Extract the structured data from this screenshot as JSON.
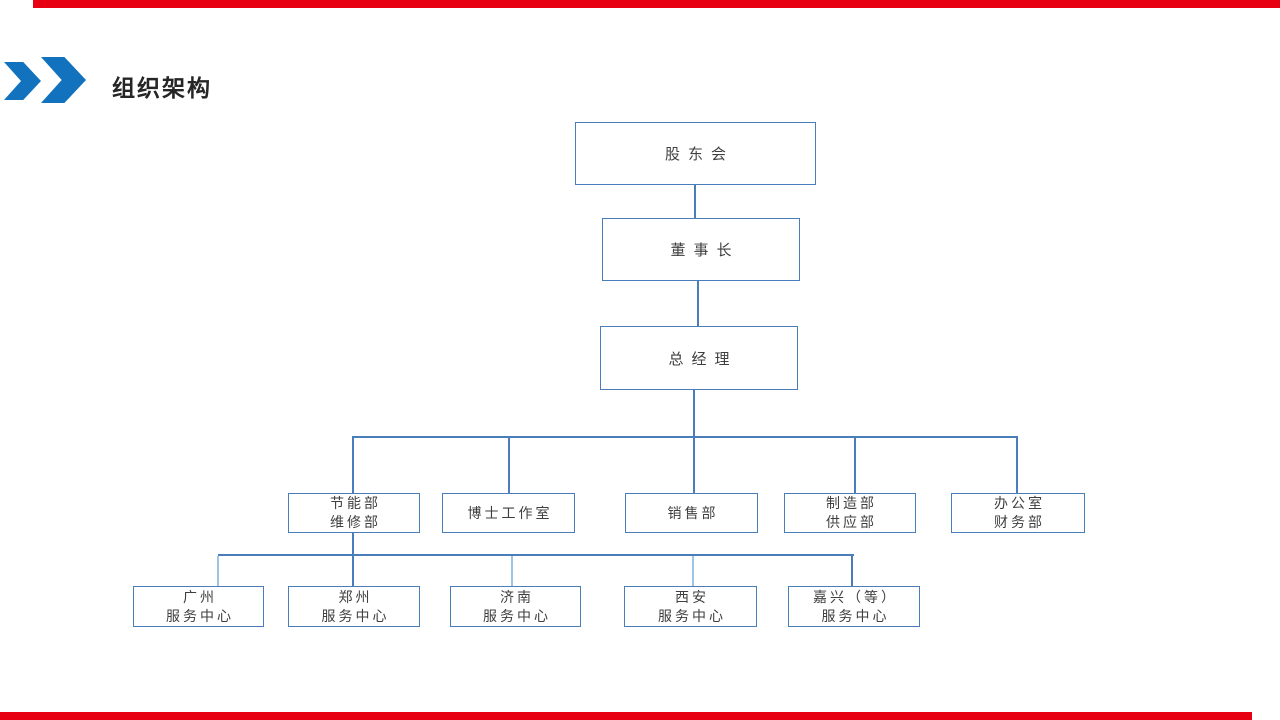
{
  "page": {
    "title": "组织架构"
  },
  "org": {
    "level1": {
      "label": "股东会"
    },
    "level2": {
      "label": "董事长"
    },
    "level3": {
      "label": "总经理"
    },
    "departments": [
      {
        "line1": "节能部",
        "line2": "维修部"
      },
      {
        "line1": "博士工作室",
        "line2": ""
      },
      {
        "line1": "销售部",
        "line2": ""
      },
      {
        "line1": "制造部",
        "line2": "供应部"
      },
      {
        "line1": "办公室",
        "line2": "财务部"
      }
    ],
    "service_centers": [
      {
        "line1": "广州",
        "line2": "服务中心"
      },
      {
        "line1": "郑州",
        "line2": "服务中心"
      },
      {
        "line1": "济南",
        "line2": "服务中心"
      },
      {
        "line1": "西安",
        "line2": "服务中心"
      },
      {
        "line1": "嘉兴（等）",
        "line2": "服务中心"
      }
    ]
  },
  "colors": {
    "accent_red": "#e60012",
    "chevron_blue": "#1272be",
    "box_border_blue": "#4a7ebb",
    "connector_light_blue": "#9dc3e6",
    "title_text": "#262626"
  },
  "icons": {
    "bullet": "double-chevron-right"
  }
}
